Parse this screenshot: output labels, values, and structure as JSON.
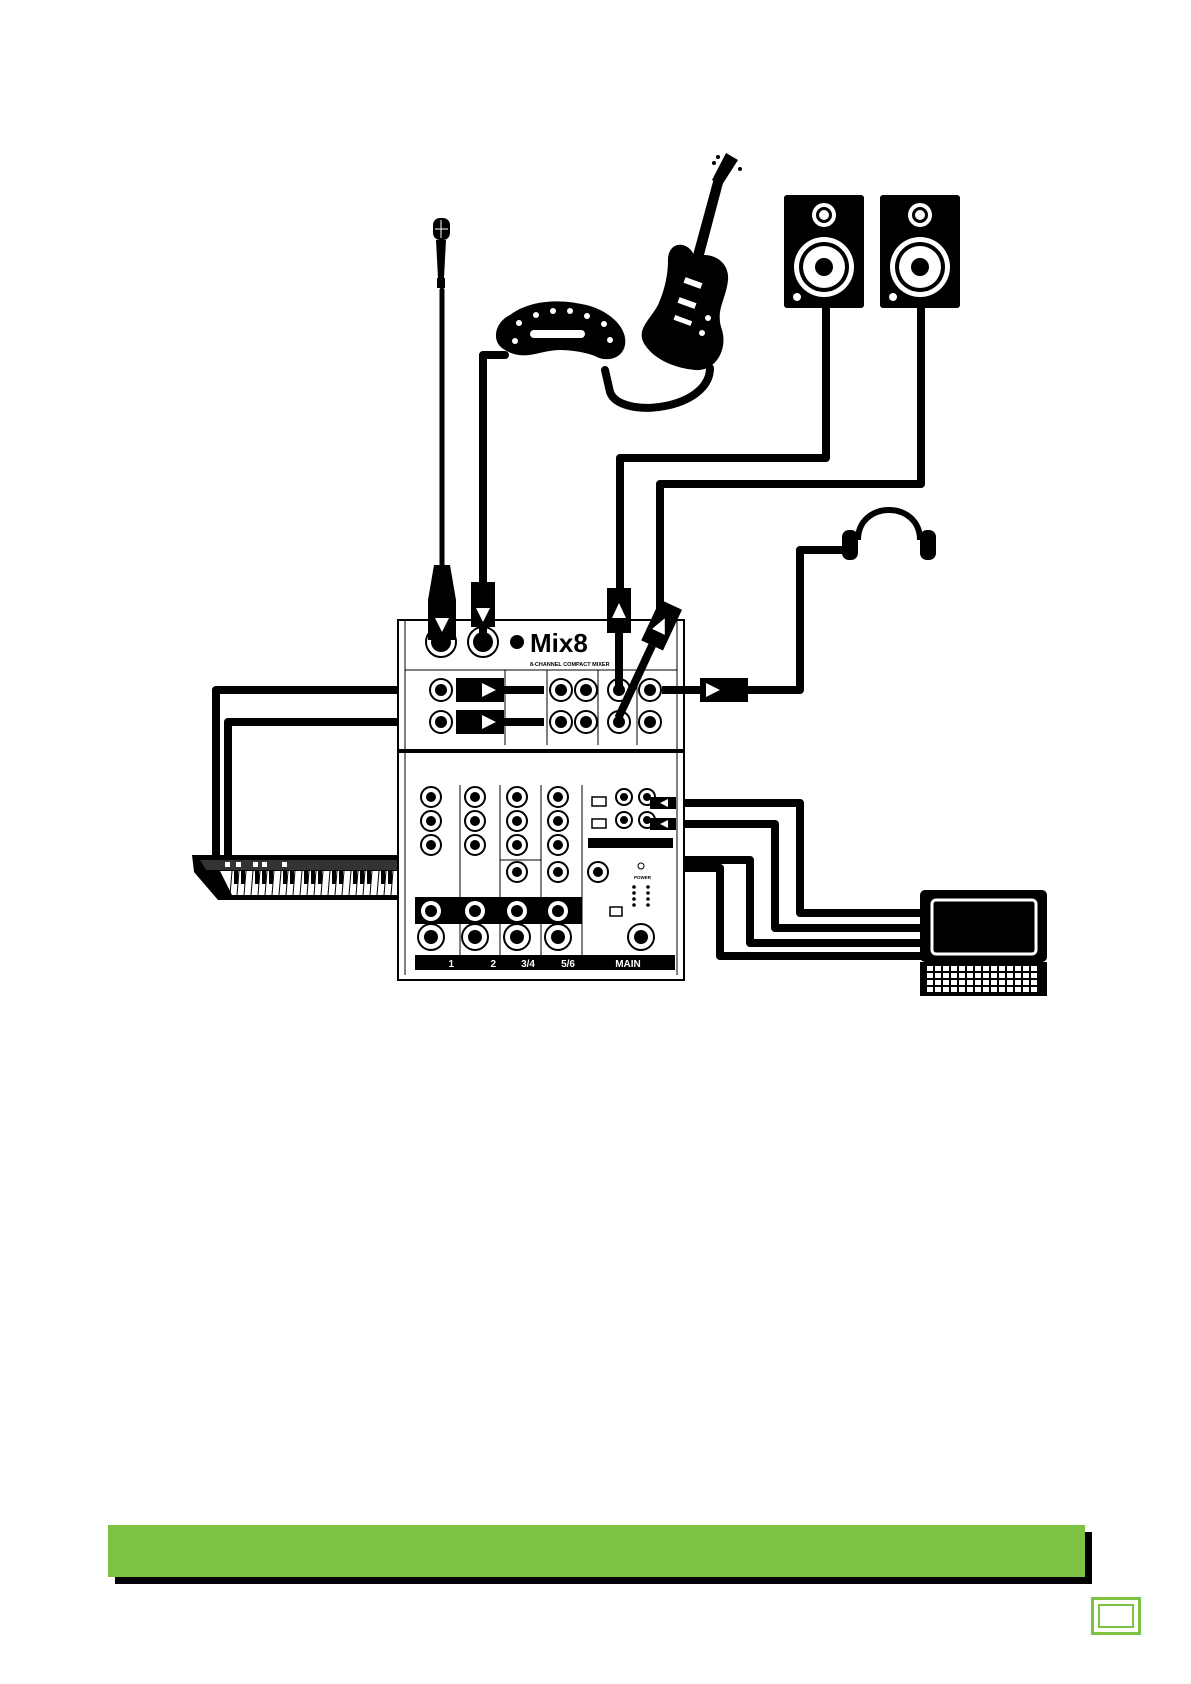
{
  "mixer": {
    "logo": "Mix8",
    "subtitle": "8-CHANNEL COMPACT MIXER",
    "channel_labels": [
      "1",
      "2",
      "3/4",
      "5/6",
      "MAIN"
    ],
    "power_label": "POWER"
  },
  "colors": {
    "accent": "#7dc242",
    "ink": "#000000"
  },
  "icons": [
    "microphone-icon",
    "guitar-icon",
    "effects-pedal-icon",
    "studio-monitor-icon",
    "headphones-icon",
    "keyboard-icon",
    "laptop-icon",
    "mixer-icon"
  ]
}
